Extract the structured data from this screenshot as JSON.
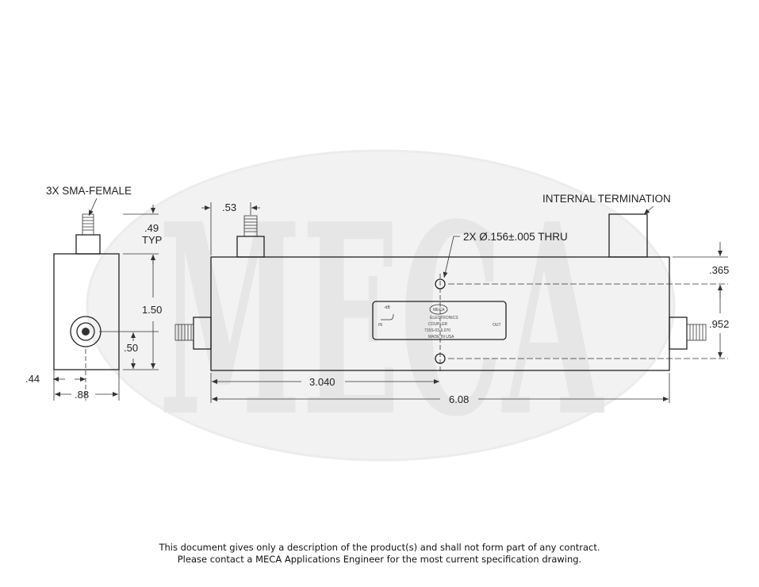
{
  "watermark": {
    "text": "MECA",
    "color": "#e8e8e8"
  },
  "callouts": {
    "connectors": "3X SMA-FEMALE",
    "termination": "INTERNAL TERMINATION",
    "holes": "2X Ø.156±.005 THRU"
  },
  "dimensions": {
    "connector_height": ".49",
    "connector_height_note": "TYP",
    "height": "1.50",
    "side_connector_center": ".50",
    "side_half_width": ".44",
    "side_width": ".88",
    "top_connector_offset": ".53",
    "hole_offset": ".365",
    "hole_spacing": ".952",
    "mid_length": "3.040",
    "length": "6.08"
  },
  "label_plate": {
    "brand": "MECA",
    "subtitle": "ELECTRONICS",
    "product": "COUPLER",
    "part_number": "715S-03-6.070",
    "origin": "MADE IN USA",
    "in": "IN",
    "out": "OUT",
    "coupled": "-dB"
  },
  "disclaimer": [
    "This document gives only a description of the product(s) and shall not form part of any contract.",
    "Please contact a MECA Applications Engineer for the most current specification drawing."
  ]
}
